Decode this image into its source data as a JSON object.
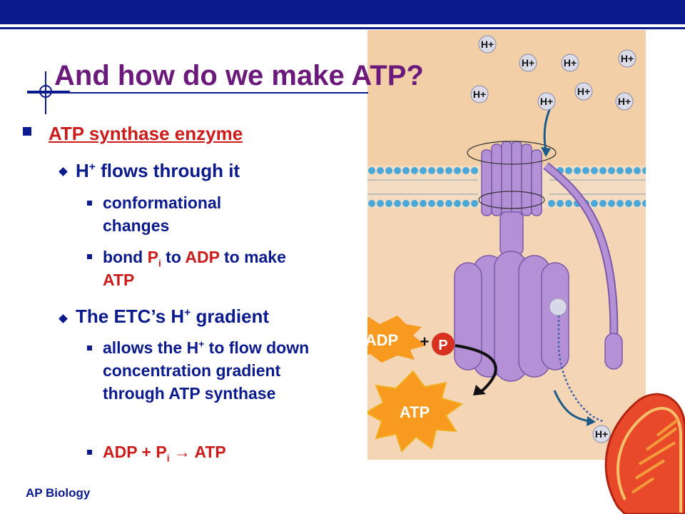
{
  "slide": {
    "title": "And how do we make ATP?",
    "footer": "AP Biology"
  },
  "bullets": {
    "level1": "ATP synthase enzyme",
    "h_flows": {
      "pre": "H",
      "sup": "+",
      "post": " flows through it"
    },
    "conformational": "conformational changes",
    "bond": {
      "a": "bond ",
      "p": "P",
      "sub": "i",
      "b": " to ",
      "adp": "ADP",
      "c": " to make ",
      "atp": "ATP"
    },
    "etc": {
      "pre": "The ETC’s H",
      "sup": "+",
      "post": " gradient"
    },
    "allows": {
      "pre": "allows the H",
      "sup": "+",
      "post": " to flow down concentration gradient through ATP synthase"
    },
    "equation": {
      "a": "ADP + P",
      "sub": "i",
      "arrow": " → ",
      "b": "ATP"
    }
  },
  "figure": {
    "h_ion": "H+",
    "adp": "ADP",
    "plus": "+",
    "p": "P",
    "atp": "ATP",
    "colors": {
      "intermembrane": "#f2cfa6",
      "matrix": "#f4d6b6",
      "enzyme": "#b490d6",
      "membrane_head": "#4aa8d8",
      "star": "#f79a1f",
      "p_circle": "#d8311f"
    }
  }
}
